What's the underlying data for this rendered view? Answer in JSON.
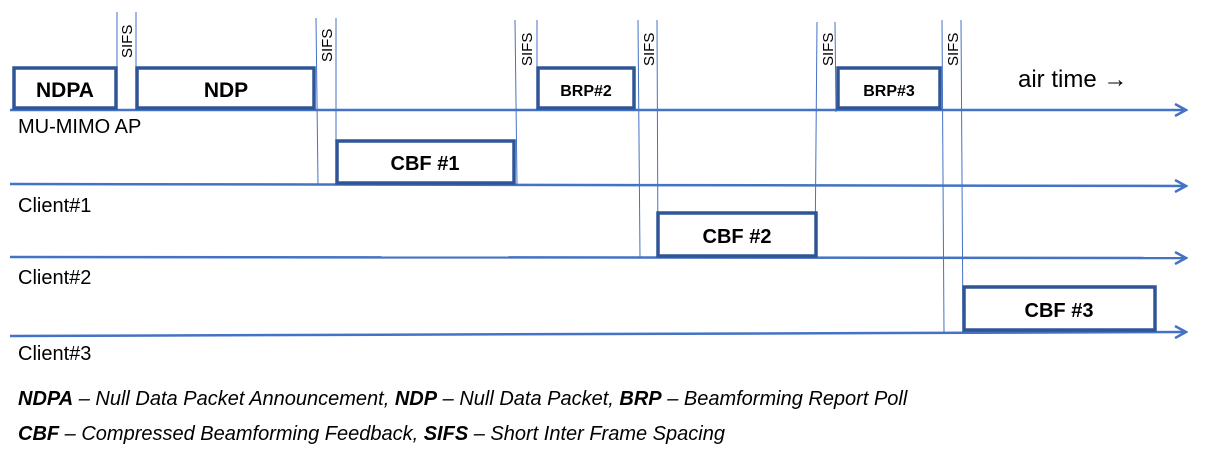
{
  "rows": {
    "ap": "MU-MIMO AP",
    "client1": "Client#1",
    "client2": "Client#2",
    "client3": "Client#3"
  },
  "frames": {
    "ndpa": "NDPA",
    "ndp": "NDP",
    "brp2": "BRP#2",
    "brp3": "BRP#3",
    "cbf1": "CBF #1",
    "cbf2": "CBF #2",
    "cbf3": "CBF #3"
  },
  "sifs": "SIFS",
  "air_time": "air time →",
  "legend": {
    "line1": [
      {
        "term": "NDPA",
        "desc": " – Null Data Packet Announcement, "
      },
      {
        "term": "NDP",
        "desc": " – Null Data Packet, "
      },
      {
        "term": "BRP",
        "desc": " – Beamforming Report Poll"
      }
    ],
    "line2": [
      {
        "term": "CBF",
        "desc": " – Compressed Beamforming Feedback, "
      },
      {
        "term": "SIFS",
        "desc": " – Short Inter Frame Spacing"
      }
    ]
  },
  "colors": {
    "line": "#4472C4",
    "box": "#2F5597"
  }
}
